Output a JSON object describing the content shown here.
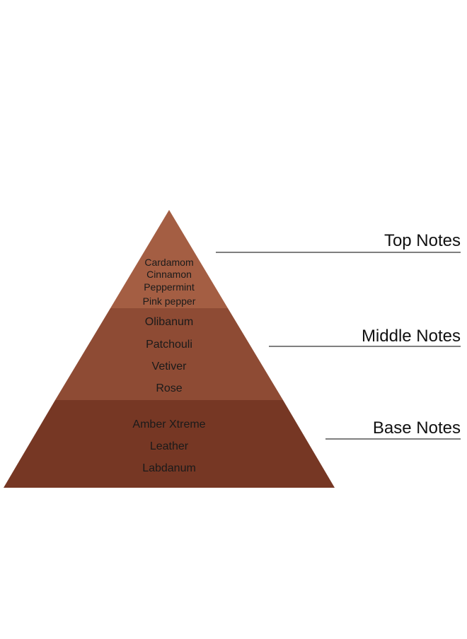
{
  "colors": {
    "top": "#a45e43",
    "middle": "#8e4b34",
    "base": "#763724",
    "leader_line": "#333333"
  },
  "tiers": [
    {
      "id": "top",
      "label": "Top Notes",
      "notes": [
        "Cardamom",
        "Cinnamon",
        "Peppermint",
        "Pink pepper"
      ]
    },
    {
      "id": "middle",
      "label": "Middle Notes",
      "notes": [
        "Olibanum",
        "Patchouli",
        "Vetiver",
        "Rose"
      ]
    },
    {
      "id": "base",
      "label": "Base Notes",
      "notes": [
        "Amber Xtreme",
        "Leather",
        "Labdanum"
      ]
    }
  ]
}
